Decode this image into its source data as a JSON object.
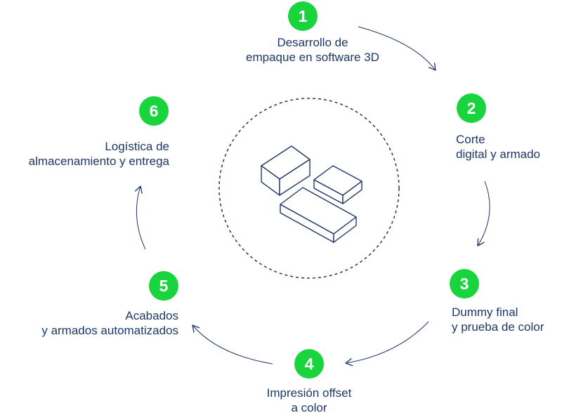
{
  "colors": {
    "accent_green": "#19d43d",
    "text_navy": "#1e3767",
    "line_navy": "#1e3767"
  },
  "center": {
    "icon": "packaging-boxes-icon"
  },
  "steps": [
    {
      "number": "1",
      "line1": "Desarrollo de",
      "line2": "empaque en software 3D"
    },
    {
      "number": "2",
      "line1": "Corte",
      "line2": "digital y armado"
    },
    {
      "number": "3",
      "line1": "Dummy final",
      "line2": "y prueba de color"
    },
    {
      "number": "4",
      "line1": "Impresión offset",
      "line2": "a color"
    },
    {
      "number": "5",
      "line1": "Acabados",
      "line2": "y armados automatizados"
    },
    {
      "number": "6",
      "line1": "Logística de",
      "line2": "almacenamiento y entrega"
    }
  ]
}
